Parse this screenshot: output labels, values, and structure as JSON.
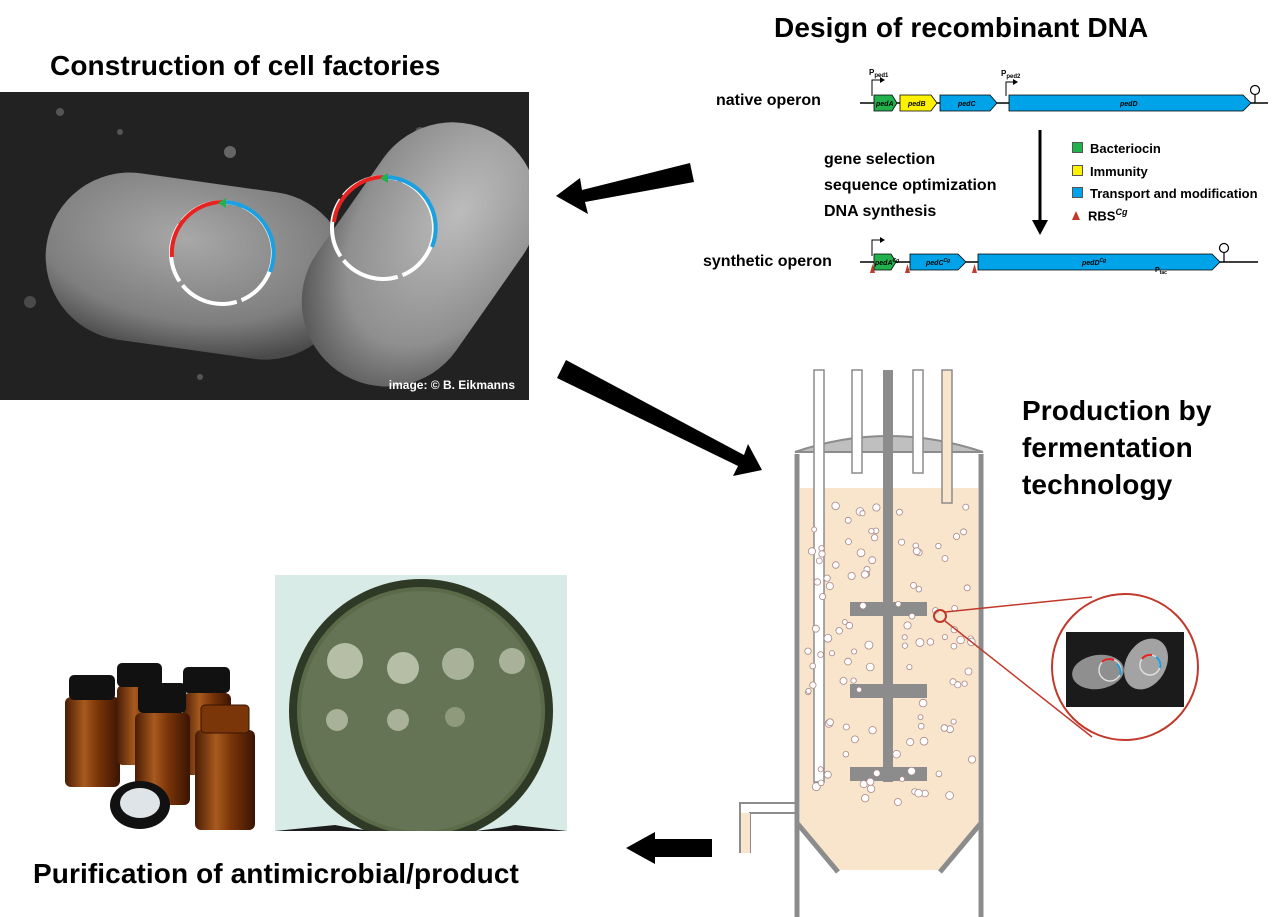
{
  "titles": {
    "design": "Design of recombinant DNA",
    "construction": "Construction of cell factories",
    "production": [
      "Production by",
      "fermentation",
      "technology"
    ],
    "purification": "Purification of antimicrobial/product"
  },
  "credit": "image: © B. Eikmanns",
  "operons": {
    "native_label": "native operon",
    "synthetic_label": "synthetic operon",
    "native_genes": [
      "pedA",
      "pedB",
      "pedC",
      "pedD"
    ],
    "synthetic_genes": [
      "pedA",
      "pedC",
      "pedD"
    ],
    "synthetic_suffix": "Cg",
    "promoter_base": "P",
    "promoter_subs": [
      "ped1",
      "ped2"
    ],
    "ptac_sub": "tac"
  },
  "steps": [
    "gene selection",
    "sequence optimization",
    "DNA synthesis"
  ],
  "legend": [
    {
      "label": "Bacteriocin",
      "color": "#22b14c"
    },
    {
      "label": "Immunity",
      "color": "#fff200"
    },
    {
      "label": "Transport and modification",
      "color": "#00a2e8"
    },
    {
      "label": "RBS",
      "sup": "Cg",
      "color": "#c0392b"
    }
  ],
  "colors": {
    "bacteriocin": "#22b14c",
    "immunity": "#fff200",
    "transport": "#00a2e8",
    "rbs": "#c0392b",
    "broth": "#f9e4cc",
    "plasmid_red": "#e8231f",
    "plasmid_blue": "#1ba1e2"
  }
}
